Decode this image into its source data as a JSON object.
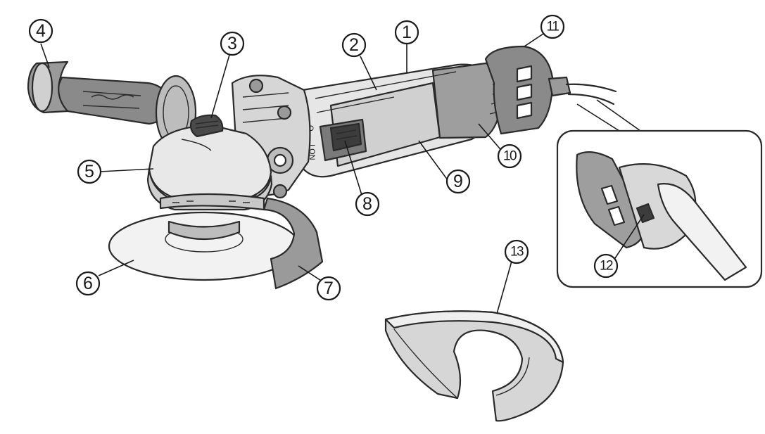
{
  "figure": {
    "callouts": [
      {
        "id": "c1",
        "number": "1"
      },
      {
        "id": "c2",
        "number": "2"
      },
      {
        "id": "c3",
        "number": "3"
      },
      {
        "id": "c4",
        "number": "4"
      },
      {
        "id": "c5",
        "number": "5"
      },
      {
        "id": "c6",
        "number": "6"
      },
      {
        "id": "c7",
        "number": "7"
      },
      {
        "id": "c8",
        "number": "8"
      },
      {
        "id": "c9",
        "number": "9"
      },
      {
        "id": "c10",
        "number": "10"
      },
      {
        "id": "c11",
        "number": "11"
      },
      {
        "id": "c12",
        "number": "12"
      },
      {
        "id": "c13",
        "number": "13"
      }
    ],
    "switch_markings": {
      "off": "O",
      "on": "I ON"
    },
    "colors": {
      "line": "#1a1a1a",
      "body_fill": "#d9d9d9",
      "dark_fill": "#8a8a8a",
      "light_fill": "#f2f2f2"
    }
  }
}
